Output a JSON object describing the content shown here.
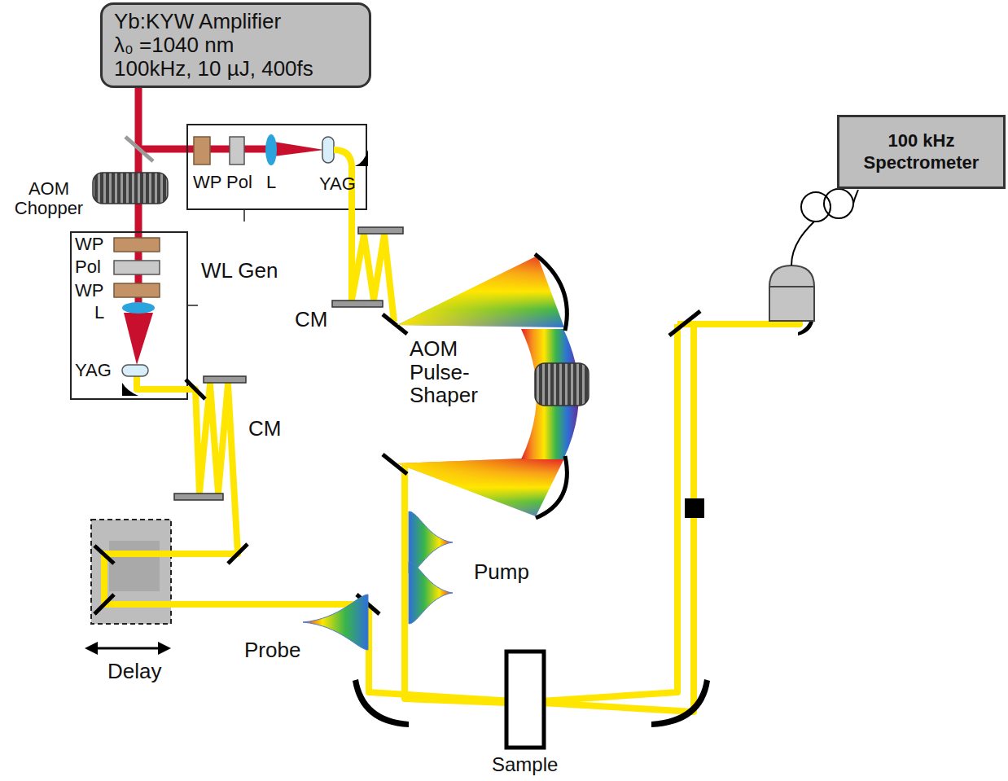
{
  "diagram": {
    "nodes": [
      {
        "text": [
          "Yb:KYW Amplifier",
          "λ₀ =1040 nm",
          "100kHz, 10 µJ, 400fs"
        ]
      },
      {
        "text": [
          "100 kHz Spectrometer"
        ]
      }
    ],
    "labels": [
      "AOM Chopper",
      "WP",
      "Pol",
      "L",
      "YAG",
      "WL Gen",
      "CM",
      "WP",
      "Pol",
      "WP",
      "L",
      "YAG",
      "CM",
      "AOM Pulse-Shaper",
      "Pump",
      "Probe",
      "Delay",
      "Sample"
    ]
  }
}
